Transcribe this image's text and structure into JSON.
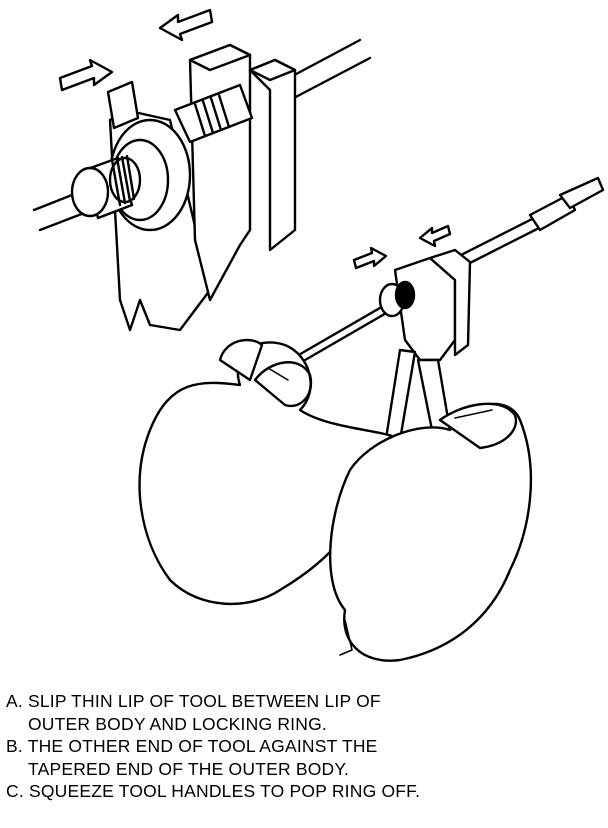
{
  "figure": {
    "steps": [
      {
        "letter": "A.",
        "line1": "SLIP THIN LIP OF TOOL BETWEEN LIP OF",
        "line2": "OUTER BODY AND LOCKING RING."
      },
      {
        "letter": "B.",
        "line1": "THE OTHER END OF TOOL AGAINST THE",
        "line2": "TAPERED END OF THE OUTER BODY."
      },
      {
        "letter": "C.",
        "line1": "SQUEEZE TOOL HANDLES TO POP RING OFF.",
        "line2": ""
      }
    ]
  }
}
